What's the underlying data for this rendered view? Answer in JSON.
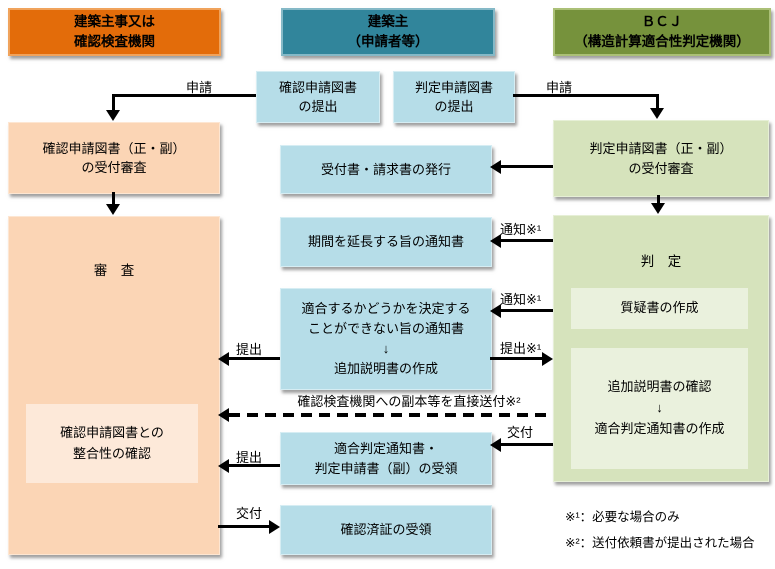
{
  "headers": {
    "official": "建築主事又は\n確認検査機関",
    "owner": "建築主\n（申請者等）",
    "bcj": "ＢＣＪ\n（構造計算適合性判定機関）"
  },
  "official_column": {
    "acceptance_review": "確認申請図書（正・副）\nの受付審査",
    "examination": "審　査",
    "consistency_check": "確認申請図書との\n整合性の確認"
  },
  "owner_column": {
    "submit_confirmation_docs": "確認申請図書\nの提出",
    "submit_judgement_docs": "判定申請図書\nの提出",
    "receipt_invoice": "受付書・請求書の発行",
    "extension_notice": "期間を延長する旨の通知書",
    "undecidable_notice": "適合するかどうかを決定する\nことができない旨の通知書\n↓\n追加説明書の作成",
    "receive_judgement_notice": "適合判定通知書・\n判定申請書（副）の受領",
    "receive_certificate": "確認済証の受領"
  },
  "bcj_column": {
    "acceptance_review": "判定申請図書（正・副）\nの受付審査",
    "judgement": "判　定",
    "inquiry_doc": "質疑書の作成",
    "additional_doc_check": "追加説明書の確認\n↓\n適合判定通知書の作成"
  },
  "labels": {
    "apply_left": "申請",
    "apply_right": "申請",
    "notice_1": "通知※¹",
    "notice_2": "通知※¹",
    "submit_conditional": "提出※¹",
    "submit_1": "提出",
    "direct_send": "確認検査機関への副本等を直接送付※²",
    "deliver_right": "交付",
    "submit_2": "提出",
    "deliver_left": "交付"
  },
  "notes": {
    "note1": "※¹：必要な場合のみ",
    "note2": "※²：送付依頼書が提出された場合"
  },
  "colors": {
    "orange_header": "#E36C0A",
    "teal_header": "#31859B",
    "olive_header": "#76923C",
    "light_blue_box": "#B6DDE8",
    "peach_box": "#FBD5B5",
    "peach_inner_box": "#FDE9D9",
    "green_box": "#D6E3BC",
    "green_inner_box": "#EAF1DD",
    "arrow": "#000000"
  }
}
